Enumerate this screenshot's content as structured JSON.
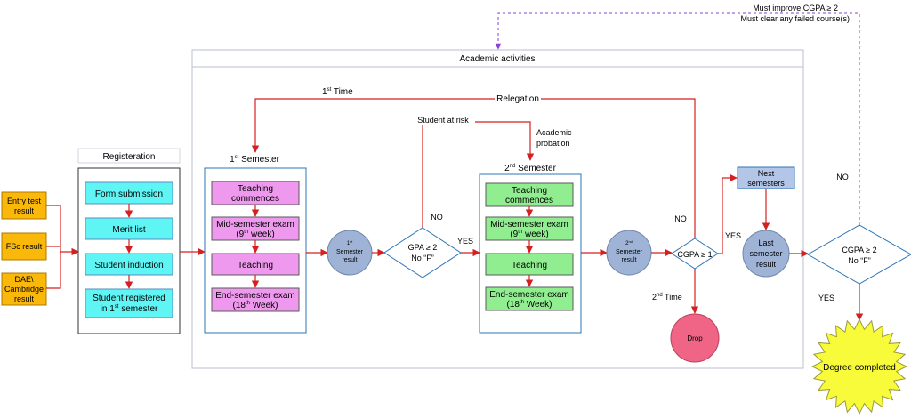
{
  "inputs": {
    "entry_test": [
      "Entry test",
      "result"
    ],
    "fsc": "FSc result",
    "dae": [
      "DAE\\",
      "Cambridge",
      "result"
    ]
  },
  "registration": {
    "title": "Registeration",
    "steps": {
      "form": "Form submission",
      "merit": "Merit list",
      "induction": "Student induction",
      "registered": [
        "Student registered",
        "in 1",
        "st",
        " semester"
      ]
    }
  },
  "academic": {
    "title": "Academic activities"
  },
  "sem1": {
    "title": [
      "1",
      "st",
      " Semester"
    ],
    "steps": {
      "teaching_commences": [
        "Teaching",
        "commences"
      ],
      "midsem": [
        "Mid-semester exam",
        "(9",
        "th",
        " week)"
      ],
      "teaching": "Teaching",
      "endsem": [
        "End-semester exam",
        "(18",
        "th",
        " Week)"
      ]
    }
  },
  "sem2": {
    "title": [
      "2",
      "nd",
      " Semester"
    ],
    "steps": {
      "teaching_commences": [
        "Teaching",
        "commences"
      ],
      "midsem": [
        "Mid-semester exam",
        "(9",
        "th",
        " week)"
      ],
      "teaching": "Teaching",
      "endsem": [
        "End-semester exam",
        "(18",
        "th",
        " Week)"
      ]
    }
  },
  "results": {
    "sem1": [
      "1",
      "st",
      "Semester",
      "result"
    ],
    "sem2": [
      "2",
      "nd",
      "Semester",
      "result"
    ],
    "last": [
      "Last",
      "semester",
      "result"
    ]
  },
  "decisions": {
    "gpa": [
      "GPA ≥ 2",
      "No “F”"
    ],
    "cgpa1": "CGPA ≥ 1",
    "cgpa2": [
      "CGPA ≥ 2",
      "No “F”"
    ]
  },
  "labels": {
    "first_time": [
      "1",
      "st",
      " Time"
    ],
    "relegation": "Relegation",
    "student_at_risk": "Student at risk",
    "academic_probation": [
      "Academic",
      "probation"
    ],
    "no_gpa": "NO",
    "yes_gpa": "YES",
    "no_cgpa1": "NO",
    "yes_cgpa1": "YES",
    "second_time": [
      "2",
      "nd",
      "  Time"
    ],
    "no_final": "NO",
    "yes_final": "YES",
    "improve": [
      "Must improve CGPA ≥  2",
      "Must clear any failed course(s)"
    ]
  },
  "next_semesters": [
    "Next",
    "semesters"
  ],
  "drop": "Drop",
  "degree_completed": "Degree completed",
  "colors": {
    "orange": "#f9b80a",
    "cyan": "#5ff5f5",
    "violet": "#ee99ee",
    "green": "#90ee90",
    "steel": "#b4c6e7",
    "circle": "#9eb3d6",
    "drop": "#f06585",
    "star": "#f7fb3a",
    "arrow_red": "#d42020",
    "dashed_purple": "#8a3fd6",
    "box_blue": "#2e75b6"
  }
}
